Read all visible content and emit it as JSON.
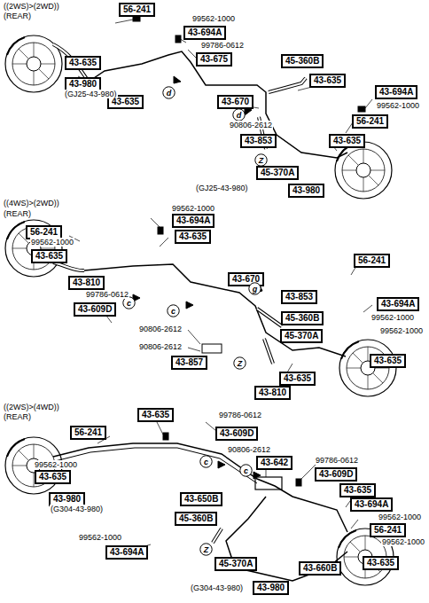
{
  "diagram": {
    "nodes": [
      {
        "text": [
          "56-241"
        ]
      },
      {
        "text": [
          "43-694A"
        ]
      },
      {
        "text": [
          "43-675"
        ]
      },
      {
        "text": [
          "43-635"
        ]
      },
      {
        "text": [
          "43-980"
        ]
      },
      {
        "text": [
          "43-635"
        ]
      },
      {
        "text": [
          "d"
        ]
      },
      {
        "text": [
          "43-670"
        ]
      },
      {
        "text": [
          "45-360B"
        ]
      },
      {
        "text": [
          "43-635"
        ]
      },
      {
        "text": [
          "43-694A"
        ]
      },
      {
        "text": [
          "56-241"
        ]
      },
      {
        "text": [
          "d"
        ]
      },
      {
        "text": [
          "43-853"
        ]
      },
      {
        "text": [
          "43-635"
        ]
      },
      {
        "text": [
          "Z"
        ]
      },
      {
        "text": [
          "45-370A"
        ]
      },
      {
        "text": [
          "43-980"
        ]
      },
      {
        "text": [
          "43-694A"
        ]
      },
      {
        "text": [
          "56-241"
        ]
      },
      {
        "text": [
          "43-635"
        ]
      },
      {
        "text": [
          "43-635"
        ]
      },
      {
        "text": [
          "43-810"
        ]
      },
      {
        "text": [
          "43-609D"
        ]
      },
      {
        "text": [
          "c"
        ]
      },
      {
        "text": [
          "c"
        ]
      },
      {
        "text": [
          "43-670"
        ]
      },
      {
        "text": [
          "g"
        ]
      },
      {
        "text": [
          "43-853"
        ]
      },
      {
        "text": [
          "56-241"
        ]
      },
      {
        "text": [
          "45-360B"
        ]
      },
      {
        "text": [
          "43-694A"
        ]
      },
      {
        "text": [
          "45-370A"
        ]
      },
      {
        "text": [
          "43-857"
        ]
      },
      {
        "text": [
          "Z"
        ]
      },
      {
        "text": [
          "43-635"
        ]
      },
      {
        "text": [
          "43-635"
        ]
      },
      {
        "text": [
          "43-810"
        ]
      },
      {
        "text": [
          "43-635"
        ]
      },
      {
        "text": [
          "56-241"
        ]
      },
      {
        "text": [
          "43-609D"
        ]
      },
      {
        "text": [
          "c"
        ]
      },
      {
        "text": [
          "c"
        ]
      },
      {
        "text": [
          "43-642"
        ]
      },
      {
        "text": [
          "43-609D"
        ]
      },
      {
        "text": [
          "43-635"
        ]
      },
      {
        "text": [
          "43-980"
        ]
      },
      {
        "text": [
          "43-650B"
        ]
      },
      {
        "text": [
          "43-635"
        ]
      },
      {
        "text": [
          "43-694A"
        ]
      },
      {
        "text": [
          "56-241"
        ]
      },
      {
        "text": [
          "45-360B"
        ]
      },
      {
        "text": [
          "43-694A"
        ]
      },
      {
        "text": [
          "Z"
        ]
      },
      {
        "text": [
          "45-370A"
        ]
      },
      {
        "text": [
          "43-660B"
        ]
      },
      {
        "text": [
          "43-635"
        ]
      },
      {
        "text": [
          "43-980"
        ]
      }
    ],
    "labels": [
      "((2WS)>(2WD))",
      "(REAR)",
      "99562-1000",
      "99786-0612",
      "(GJ25-43-980)",
      "90806-2612",
      "99562-1000",
      "(GJ25-43-980)",
      "((4WS)>(2WD))",
      "(REAR)",
      "99562-1000",
      "99562-1000",
      "99786-0612",
      "90806-2612",
      "90806-2612",
      "99562-1000",
      "99562-1000",
      "((2WS)>(4WD))",
      "(REAR)",
      "99786-0612",
      "90806-2612",
      "99786-0612",
      "99562-1000",
      "(G304-43-980)",
      "99562-1000",
      "99562-1000",
      "99562-1000",
      "(G304-43-980)"
    ]
  }
}
